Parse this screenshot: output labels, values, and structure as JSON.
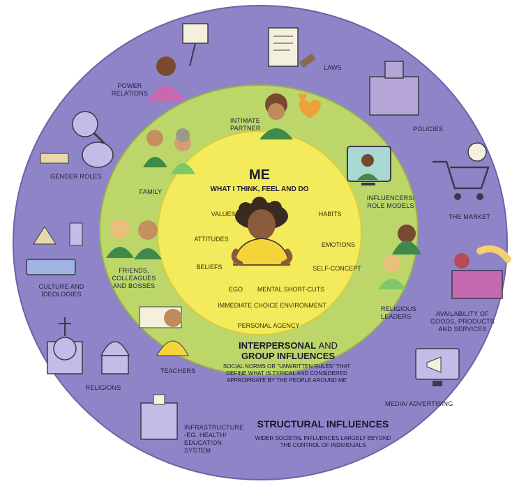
{
  "center": {
    "title": "ME",
    "subtitle": "WHAT I THINK, FEEL AND DO",
    "items": {
      "values": "VALUES",
      "habits": "HABITS",
      "attitudes": "ATTITUDES",
      "emotions": "EMOTIONS",
      "beliefs": "BELIEFS",
      "self_concept": "SELF-CONCEPT",
      "ego": "EGO",
      "mental_shortcuts": "MENTAL SHORT-CUTS",
      "immediate_choice": "IMMEDIATE CHOICE ENVIRONMENT",
      "personal_agency": "PERSONAL AGENCY"
    }
  },
  "interpersonal": {
    "title_bold": "INTERPERSONAL",
    "title_and": "AND",
    "title_line2": "GROUP INFLUENCES",
    "description": "SOCIAL NORMS OR \"UNWRITTEN RULES\" THAT DEFINE WHAT IS TYPICAL AND CONSIDERED APPROPRIATE BY THE PEOPLE AROUND ME",
    "items": {
      "intimate_partner": "INTIMATE PARTNER",
      "family": "FAMILY",
      "influencers": "INFLUENCERS/ ROLE MODELS",
      "friends": "FRIENDS, COLLEAGUES AND BOSSES",
      "religious_leaders": "RELIGIOUS LEADERS",
      "teachers": "TEACHERS"
    }
  },
  "structural": {
    "title": "STRUCTURAL INFLUENCES",
    "description": "WIDER SOCIETAL INFLUENCES LARGELY BEYOND THE CONTROL OF INDIVIDUALS",
    "items": {
      "power_relations": "POWER RELATIONS",
      "laws": "LAWS",
      "policies": "POLICIES",
      "gender_roles": "GENDER ROLES",
      "the_market": "THE MARKET",
      "culture": "CULTURE AND IDEOLOGIES",
      "availability": "AVAILABILITY OF GOODS, PRODUCTS AND SERVICES",
      "religions": "RELIGIONS",
      "media": "MEDIA/ ADVERTISING",
      "infrastructure": "INFRASTRUCTURE -EG. HEALTH/ EDUCATION SYSTEM"
    }
  },
  "colors": {
    "outer_ring": "#8f84c7",
    "middle_ring": "#bcd66a",
    "inner_circle": "#f3ea5c",
    "accent_orange": "#f0a03a"
  }
}
